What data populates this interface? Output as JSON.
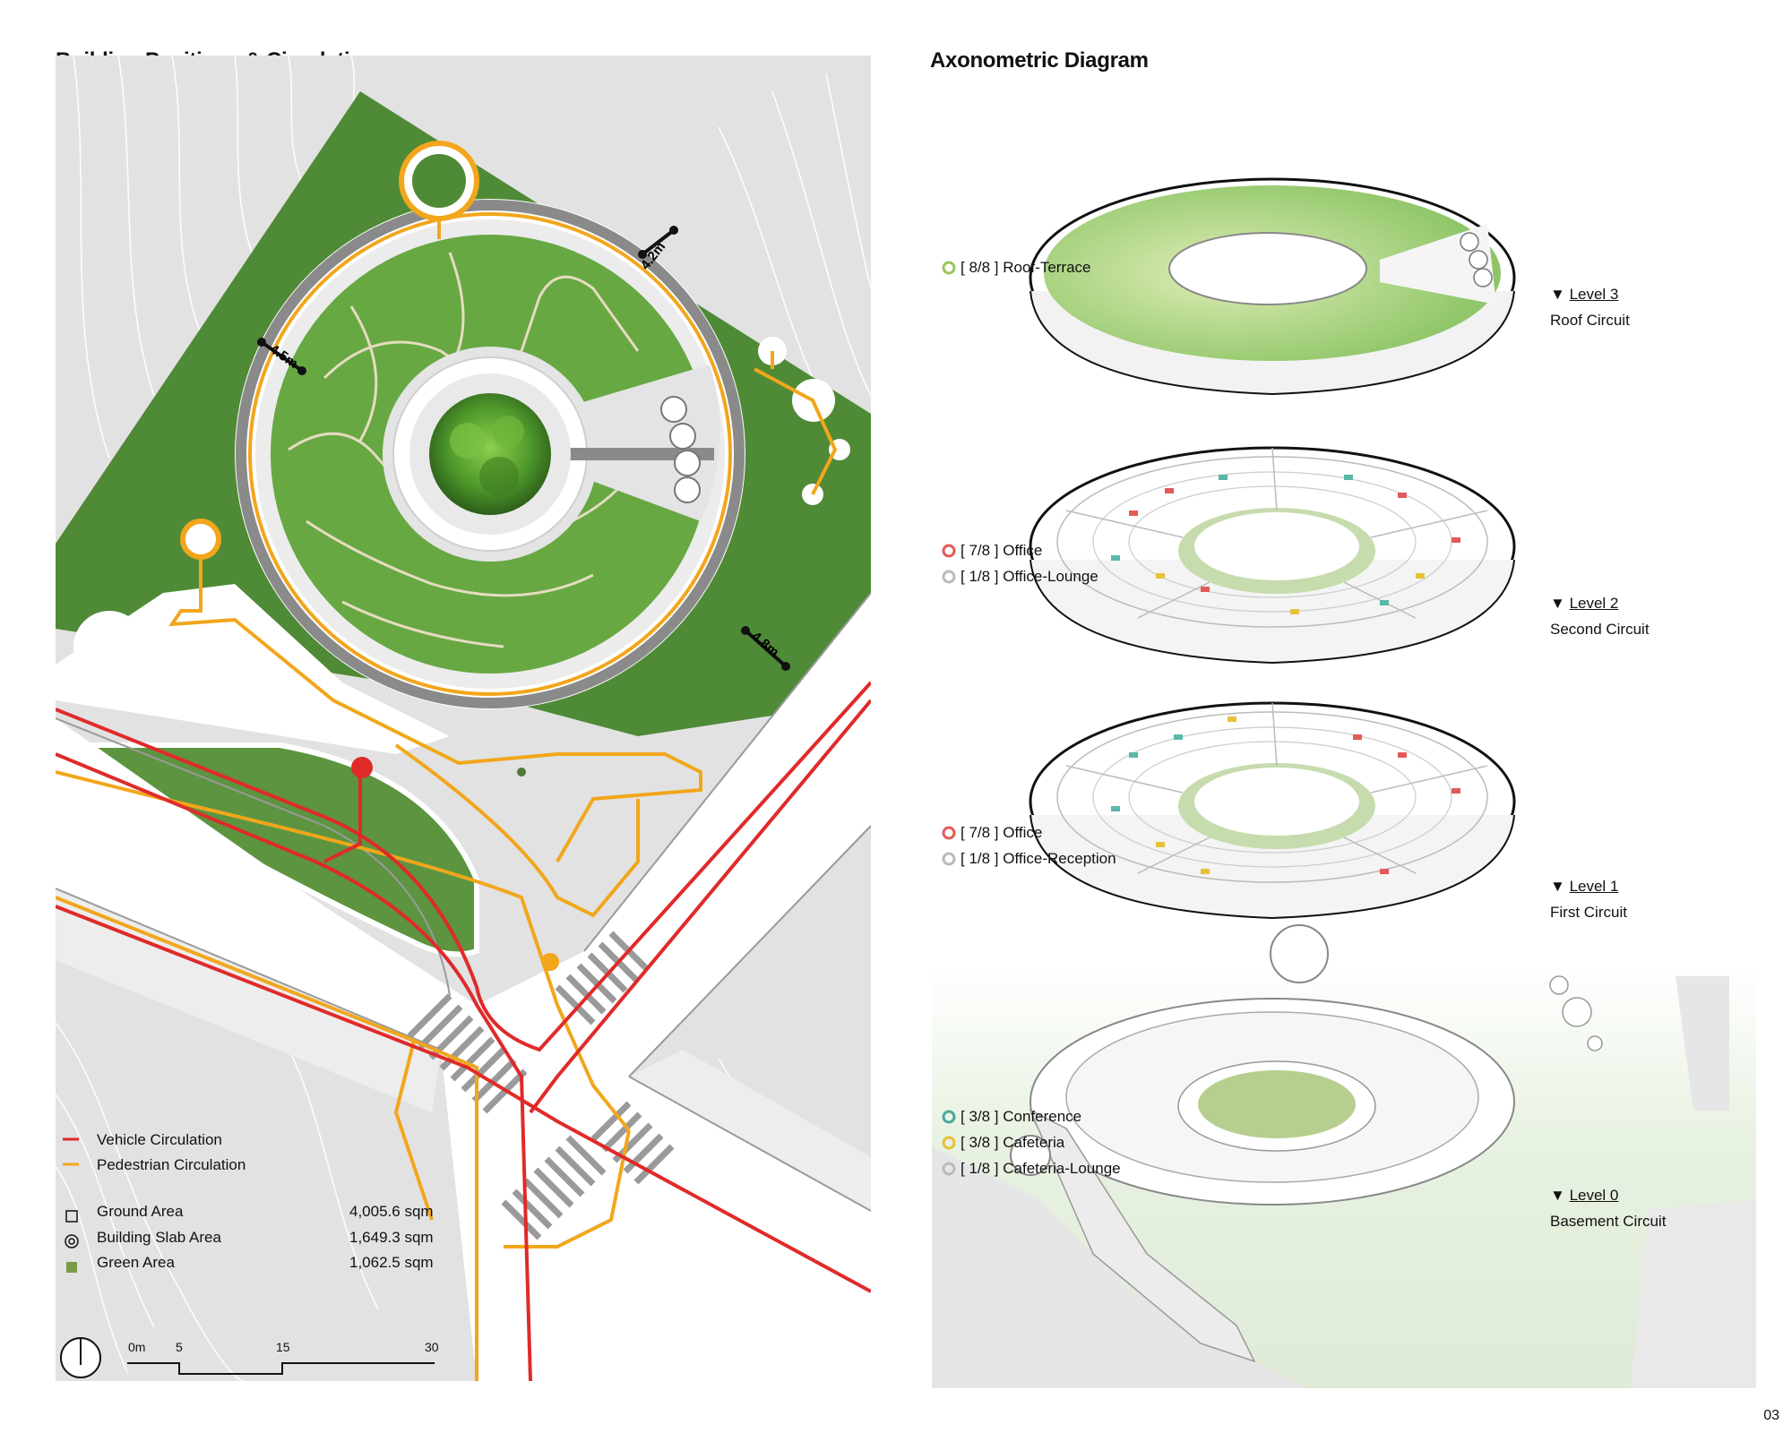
{
  "titles": {
    "left": "Building Positions & Circulation",
    "right": "Axonometric Diagram"
  },
  "dimensions": [
    "4.5m",
    "4.2m",
    "4.8m"
  ],
  "legend": {
    "vehicle": "Vehicle Circulation",
    "pedestrian": "Pedestrian Circulation",
    "areas": [
      {
        "name": "Ground Area",
        "value": "4,005.6 sqm"
      },
      {
        "name": "Building Slab Area",
        "value": "1,649.3 sqm"
      },
      {
        "name": "Green Area",
        "value": "1,062.5 sqm"
      }
    ],
    "scale": [
      "0m",
      "5",
      "15",
      "30"
    ]
  },
  "levels": [
    {
      "level": "Level 3",
      "circuit": "Roof Circuit",
      "programs": [
        {
          "text": "[ 8/8 ] Roof-Terrace",
          "color": "#9bc45a"
        }
      ]
    },
    {
      "level": "Level 2",
      "circuit": "Second Circuit",
      "programs": [
        {
          "text": "[ 7/8 ] Office",
          "color": "#e25a5a"
        },
        {
          "text": "[ 1/8 ] Office-Lounge",
          "color": "#bbbbbb"
        }
      ]
    },
    {
      "level": "Level 1",
      "circuit": "First Circuit",
      "programs": [
        {
          "text": "[ 7/8 ] Office",
          "color": "#e25a5a"
        },
        {
          "text": "[ 1/8 ] Office-Reception",
          "color": "#bbbbbb"
        }
      ]
    },
    {
      "level": "Level 0",
      "circuit": "Basement Circuit",
      "programs": [
        {
          "text": "[ 3/8 ] Conference",
          "color": "#4aa89a"
        },
        {
          "text": "[ 3/8 ] Cafeteria",
          "color": "#e6c23a"
        },
        {
          "text": "[ 1/8 ] Cafeteria-Lounge",
          "color": "#bbbbbb"
        }
      ]
    }
  ],
  "colors": {
    "vehicle": "#e02a2a",
    "pedestrian": "#f2a61c",
    "green": "#4f8a36"
  },
  "page_number": "03"
}
